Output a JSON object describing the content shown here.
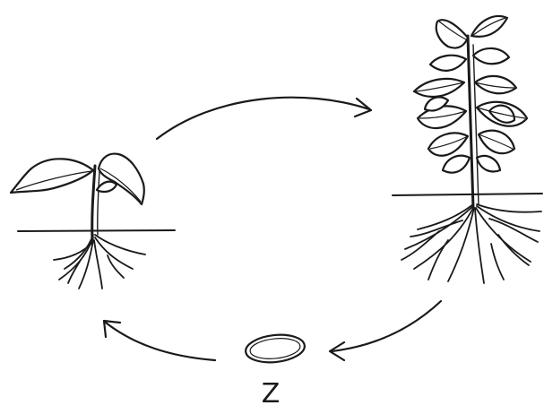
{
  "diagram": {
    "label": "Z"
  },
  "stages": [
    {
      "name": "seedling"
    },
    {
      "name": "mature-plant"
    },
    {
      "name": "seed"
    }
  ],
  "colors": {
    "ink": "#1a1a1a",
    "background": "#ffffff"
  }
}
